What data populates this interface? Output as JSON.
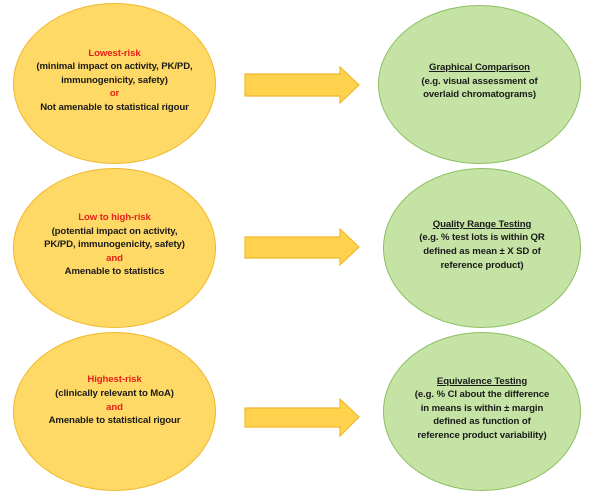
{
  "colors": {
    "risk_fill": "#ffd966",
    "risk_border": "#f0b82c",
    "method_fill": "#c5e3a4",
    "method_border": "#8cc063",
    "arrow_fill": "#ffd24d",
    "arrow_border": "#f0b82c",
    "risk_label": "#e8201a"
  },
  "rows": [
    {
      "risk": {
        "level": "Lowest-risk",
        "description_lines": [
          "(minimal impact on activity, PK/PD,",
          "immunogenicity, safety)"
        ],
        "connector": "or",
        "condition": "Not amenable to statistical rigour"
      },
      "method": {
        "title": "Graphical Comparison",
        "description_lines": [
          "(e.g. visual assessment of",
          "overlaid chromatograms)"
        ]
      }
    },
    {
      "risk": {
        "level": "Low to high-risk",
        "description_lines": [
          "(potential impact on activity,",
          "PK/PD, immunogenicity, safety)"
        ],
        "connector": "and",
        "condition": "Amenable to statistics"
      },
      "method": {
        "title": "Quality Range Testing",
        "description_lines": [
          "(e.g. % test lots is within QR",
          "defined as mean ± X SD of",
          "reference product)"
        ]
      }
    },
    {
      "risk": {
        "level": "Highest-risk",
        "description_lines": [
          "(clinically relevant to MoA)"
        ],
        "connector": "and",
        "condition": "Amenable to statistical rigour"
      },
      "method": {
        "title": "Equivalence Testing",
        "description_lines": [
          "(e.g. % CI about the difference",
          "in means is within ± margin",
          "defined as function of",
          "reference product variability)"
        ]
      }
    }
  ]
}
